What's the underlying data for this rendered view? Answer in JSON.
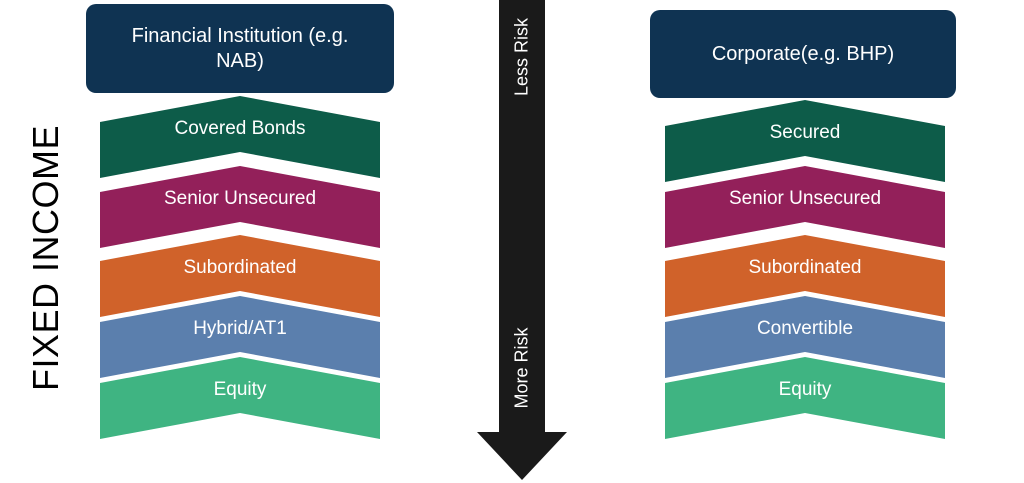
{
  "vertical_label": "FIXED INCOME",
  "arrow": {
    "top_label": "Less Risk",
    "bottom_label": "More Risk",
    "color": "#1a1a1a"
  },
  "left": {
    "header": "Financial Institution (e.g. NAB)",
    "tiers": [
      {
        "label": "Covered Bonds",
        "color": "#0d5c49"
      },
      {
        "label": "Senior Unsecured",
        "color": "#93205a"
      },
      {
        "label": "Subordinated",
        "color": "#d0622a"
      },
      {
        "label": "Hybrid/AT1",
        "color": "#5b7fad"
      },
      {
        "label": "Equity",
        "color": "#3fb482"
      }
    ]
  },
  "right": {
    "header": "Corporate(e.g. BHP)",
    "tiers": [
      {
        "label": "Secured",
        "color": "#0d5c49"
      },
      {
        "label": "Senior Unsecured",
        "color": "#93205a"
      },
      {
        "label": "Subordinated",
        "color": "#d0622a"
      },
      {
        "label": "Convertible",
        "color": "#5b7fad"
      },
      {
        "label": "Equity",
        "color": "#3fb482"
      }
    ]
  },
  "header_color": "#0f3352"
}
